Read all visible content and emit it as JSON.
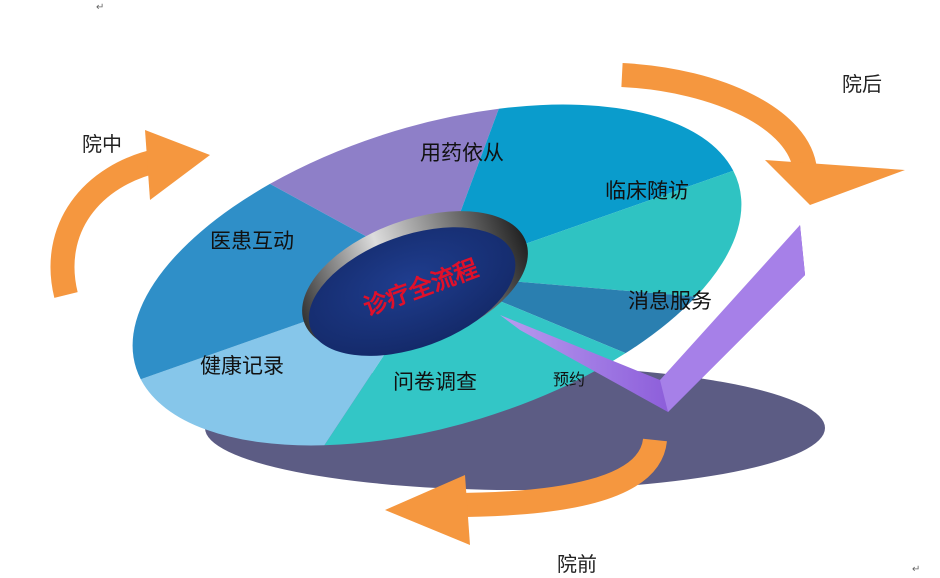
{
  "center_title": "诊疗全流程",
  "segments": [
    {
      "label": "用药依从",
      "color": "#8e7fc8"
    },
    {
      "label": "临床随访",
      "color": "#0a9ccc"
    },
    {
      "label": "消息服务",
      "color": "#2fc3c2"
    },
    {
      "label": "预约",
      "color": "#2a7fb0"
    },
    {
      "label": "问卷调查",
      "color": "#33c6c6"
    },
    {
      "label": "健康记录",
      "color": "#86c6ea"
    },
    {
      "label": "医患互动",
      "color": "#2f8fc8"
    }
  ],
  "phases": {
    "during": "院中",
    "after": "院后",
    "before": "院前"
  },
  "paragraph_mark": "↵",
  "colors": {
    "arrow": "#f5973f",
    "shadow": "#5a5a82",
    "hub": "#1a3580",
    "pointer": "#8a4fd8"
  }
}
